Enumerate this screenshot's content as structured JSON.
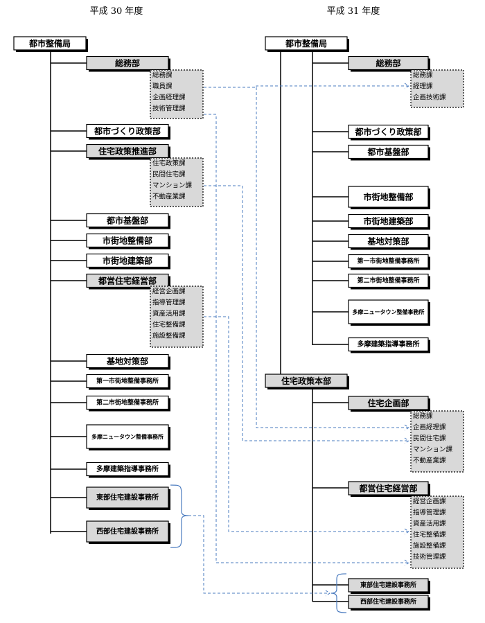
{
  "years": {
    "left": "平成 30 年度",
    "right": "平成 31 年度"
  },
  "left": {
    "root": "都市整備局",
    "somu": "総務部",
    "somu_sub": [
      "総務課",
      "職員課",
      "企画経理課",
      "技術管理課"
    ],
    "machizukuri": "都市づくり政策部",
    "jutaku": "住宅政策推進部",
    "jutaku_sub": [
      "住宅政策課",
      "民間住宅課",
      "マンション課",
      "不動産業課"
    ],
    "kiban": "都市基盤部",
    "shigaichi_seibi": "市街地整備部",
    "shigaichi_kenchiku": "市街地建築部",
    "toei": "都営住宅経営部",
    "toei_sub": [
      "経営企画課",
      "指導管理課",
      "資産活用課",
      "住宅整備課",
      "施設整備課"
    ],
    "kichi": "基地対策部",
    "daiichi": "第一市街地整備事務所",
    "daini": "第二市街地整備事務所",
    "tama_nt": "多摩ニュータウン整備事務所",
    "tama_kenchiku": "多摩建築指導事務所",
    "tobu": "東部住宅建設事務所",
    "seibu": "西部住宅建設事務所"
  },
  "right": {
    "root": "都市整備局",
    "somu": "総務部",
    "somu_sub": [
      "総務課",
      "経理課",
      "企画技術課"
    ],
    "machizukuri": "都市づくり政策部",
    "kiban": "都市基盤部",
    "shigaichi_seibi": "市街地整備部",
    "shigaichi_kenchiku": "市街地建築部",
    "kichi": "基地対策部",
    "daiichi": "第一市街地整備事務所",
    "daini": "第二市街地整備事務所",
    "tama_nt": "多摩ニュータウン整備事務所",
    "tama_kenchiku": "多摩建築指導事務所",
    "honbu": "住宅政策本部",
    "kikaku": "住宅企画部",
    "kikaku_sub": [
      "総務課",
      "企画経理課",
      "民間住宅課",
      "マンション課",
      "不動産業課"
    ],
    "toei": "都営住宅経営部",
    "toei_sub": [
      "経営企画課",
      "指導管理課",
      "資産活用課",
      "住宅整備課",
      "施設整備課",
      "技術管理課"
    ],
    "tobu": "東部住宅建設事務所",
    "seibu": "西部住宅建設事務所"
  }
}
